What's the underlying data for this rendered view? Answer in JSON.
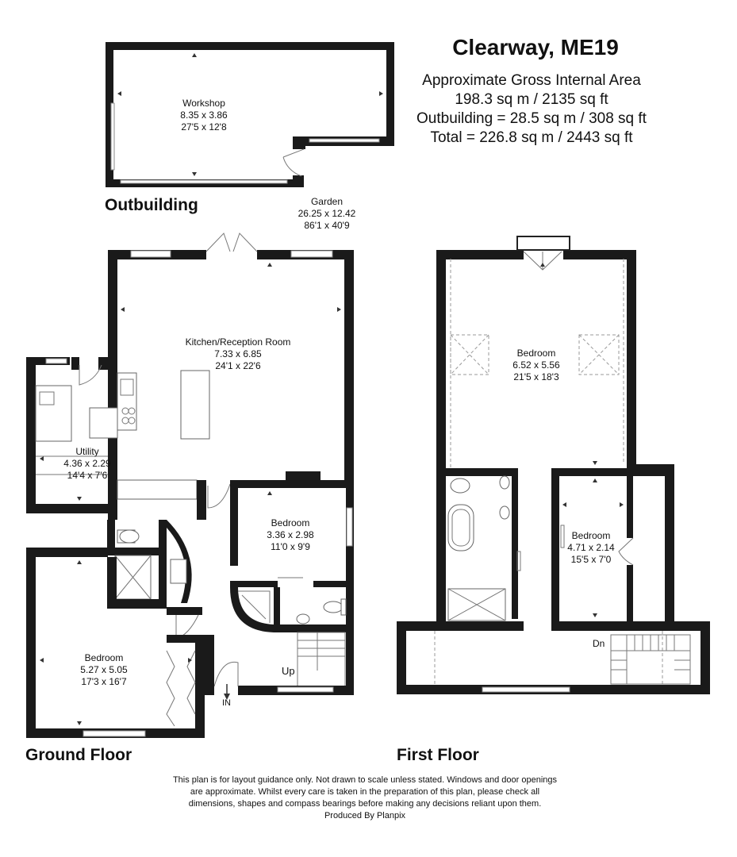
{
  "header": {
    "title": "Clearway, ME19",
    "area_heading": "Approximate Gross Internal Area",
    "area_main": "198.3 sq m / 2135 sq ft",
    "area_outbuilding": "Outbuilding = 28.5 sq m / 308 sq ft",
    "area_total": "Total = 226.8 sq m / 2443 sq ft"
  },
  "floors": {
    "outbuilding": "Outbuilding",
    "ground": "Ground Floor",
    "first": "First Floor"
  },
  "rooms": {
    "workshop": {
      "name": "Workshop",
      "metric": "8.35 x 3.86",
      "imperial": "27'5 x 12'8"
    },
    "garden": {
      "name": "Garden",
      "metric": "26.25 x 12.42",
      "imperial": "86'1 x 40'9"
    },
    "kitchen": {
      "name": "Kitchen/Reception Room",
      "metric": "7.33 x 6.85",
      "imperial": "24'1 x 22'6"
    },
    "utility": {
      "name": "Utility",
      "metric": "4.36 x 2.29",
      "imperial": "14'4 x 7'6"
    },
    "gf_bedroom_1": {
      "name": "Bedroom",
      "metric": "3.36 x 2.98",
      "imperial": "11'0 x 9'9"
    },
    "gf_bedroom_2": {
      "name": "Bedroom",
      "metric": "5.27 x 5.05",
      "imperial": "17'3 x 16'7"
    },
    "ff_bedroom_1": {
      "name": "Bedroom",
      "metric": "6.52 x 5.56",
      "imperial": "21'5 x 18'3"
    },
    "ff_bedroom_2": {
      "name": "Bedroom",
      "metric": "4.71 x 2.14",
      "imperial": "15'5 x 7'0"
    }
  },
  "markers": {
    "up": "Up",
    "down": "Dn",
    "entrance": "IN"
  },
  "disclaimer": {
    "line1": "This plan is for layout guidance only. Not drawn to scale unless stated. Windows and door openings",
    "line2": "are approximate. Whilst every care is taken in the preparation of this plan, please check all",
    "line3": "dimensions, shapes and compass bearings before making any decisions reliant upon them.",
    "line4": "Produced By Planpix"
  },
  "colors": {
    "wall": "#1a1a1a",
    "background": "#ffffff",
    "fixture": "#666666"
  }
}
